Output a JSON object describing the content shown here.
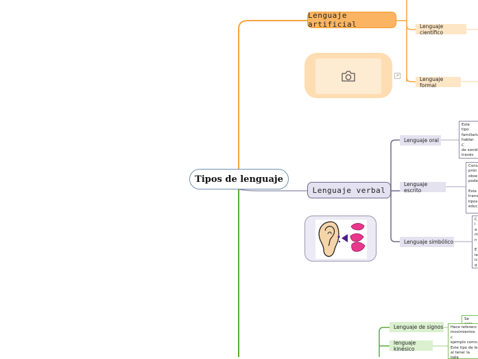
{
  "root": {
    "label": "Tipos de lenguaje"
  },
  "branches": {
    "artificial": {
      "label": "Lenguaje artificial",
      "color": "#f59a27",
      "children": [
        {
          "label": "Lenguaje científico"
        },
        {
          "label": "Lenguaje formal"
        }
      ],
      "image_icon": "camera-icon",
      "link_icon": "external-link-icon"
    },
    "verbal": {
      "label": "Lenguaje verbal",
      "color": "#6d6a8a",
      "children": [
        {
          "label": "Lenguaje oral",
          "note": "Este tipo\nfamiliariz\nhablar. C\nde sonid\ntravés de\ncon los d\ny necesic"
        },
        {
          "label": "Lenguaje escrito",
          "note": "Cons\npron\nobse\npoda\n\nEste\ntrans\ntipos\neduc"
        },
        {
          "label": "Lenguaje simbólico",
          "note": "C\nl\na\nm\nn\n\nE\nle\nic\nd"
        }
      ],
      "image_icon": "ear-mouth-icon"
    },
    "nonverbal": {
      "color": "#5aaa2e",
      "children": [
        {
          "label": "Lenguaje de signos",
          "note": "Se cara\ngestos,\nde regl\nmanos."
        },
        {
          "label": "lenguaje kinésico",
          "note": "Hace referenc\nmovimientos c\nejemplo como\nEste tipo de le\nal tener la pala\nobservarlo. N"
        }
      ]
    }
  }
}
